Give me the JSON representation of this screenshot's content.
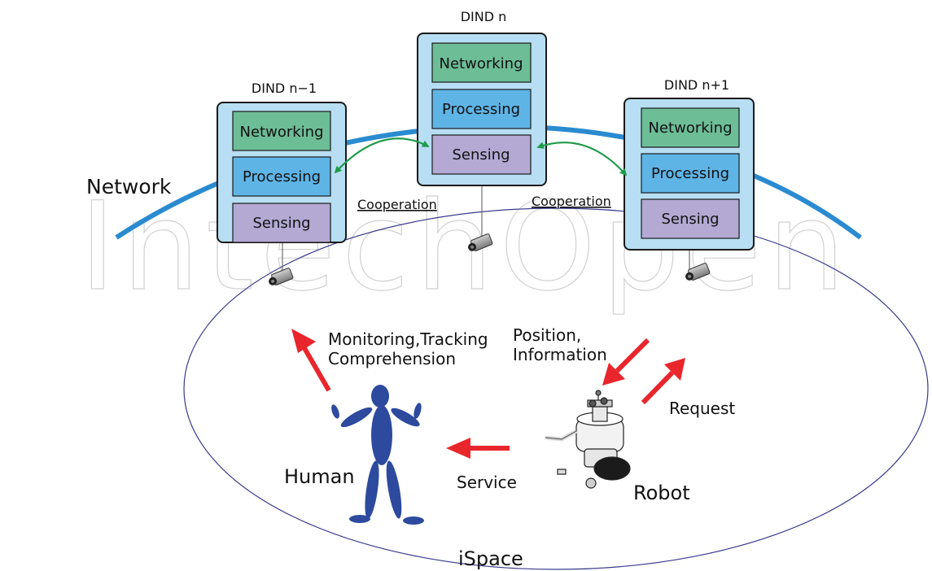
{
  "watermark": "IntechOpen",
  "network_label": "Network",
  "ispace_label": "iSpace",
  "nodes": [
    {
      "title": "DIND n−1",
      "layers": [
        "Networking",
        "Processing",
        "Sensing"
      ]
    },
    {
      "title": "DIND n",
      "layers": [
        "Networking",
        "Processing",
        "Sensing"
      ]
    },
    {
      "title": "DIND n+1",
      "layers": [
        "Networking",
        "Processing",
        "Sensing"
      ]
    }
  ],
  "cooperation": [
    "Cooperation",
    "Cooperation"
  ],
  "labels": {
    "monitoring_1": "Monitoring,Tracking",
    "monitoring_2": "Comprehension",
    "position_1": "Position,",
    "position_2": "Information",
    "request": "Request",
    "service": "Service",
    "human": "Human",
    "robot": "Robot"
  },
  "colors": {
    "node_fill": "#b7def3",
    "networking": "#6dbd96",
    "processing": "#5fb4e6",
    "sensing": "#b3a9d3",
    "network_line": "#2a8bd0",
    "cooperation_arrow": "#1f9b4a",
    "flow_arrow": "#e8262c",
    "human": "#2d4a9e",
    "ellipse": "#3a3a8c"
  },
  "icons": [
    "camera-icon",
    "human-figure-icon",
    "robot-icon"
  ]
}
